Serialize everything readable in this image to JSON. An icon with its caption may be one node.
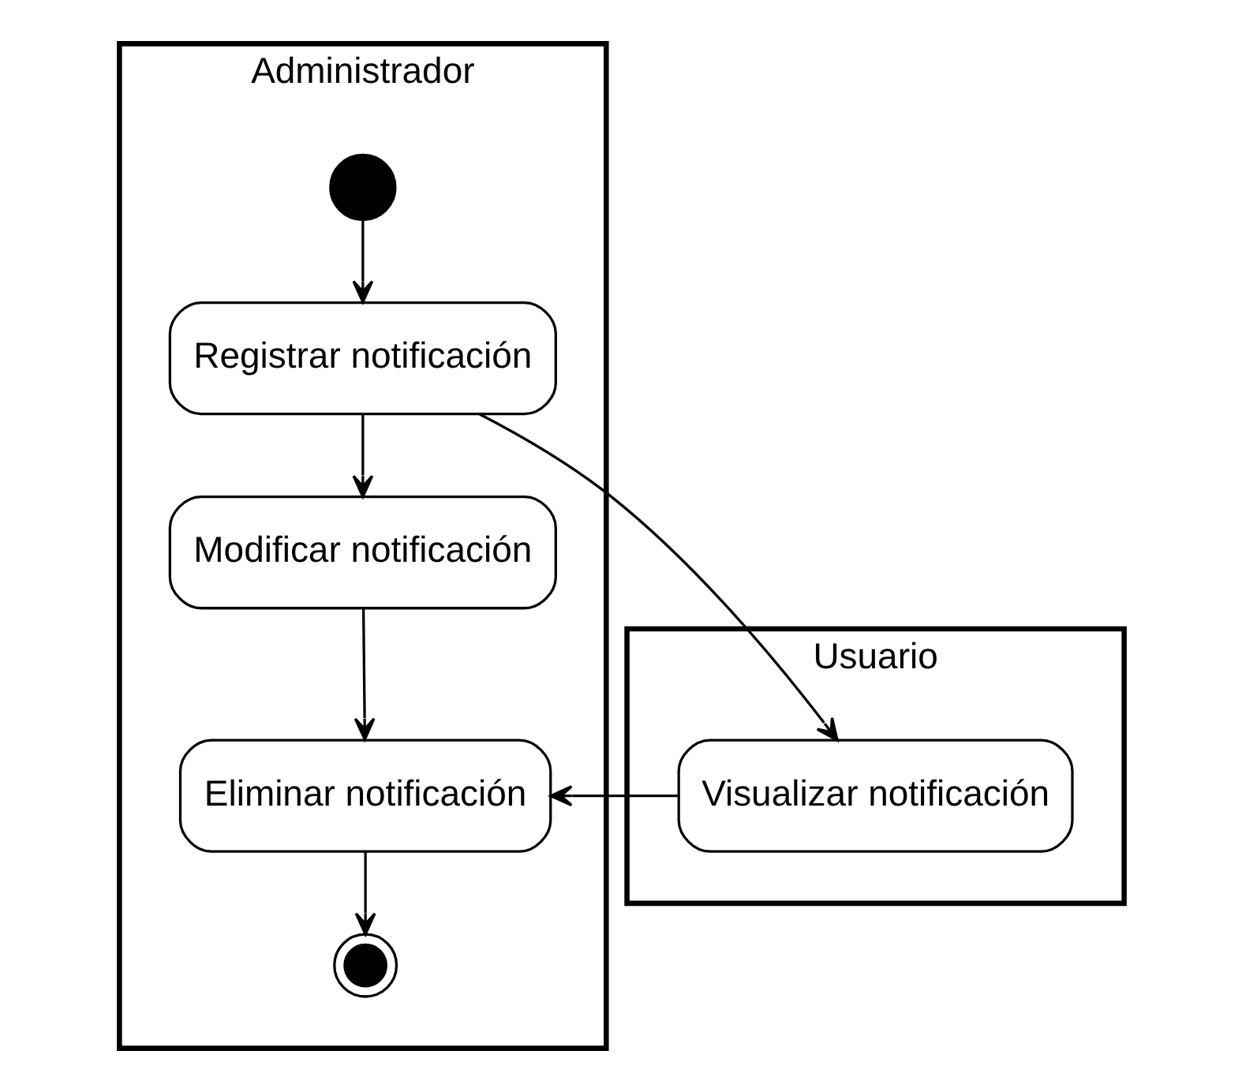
{
  "diagram": {
    "nodes": [
      {
        "text": [
          "Administrador"
        ]
      },
      {
        "text": [
          "Usuario"
        ]
      },
      {
        "text": [],
        "shape": "circle",
        "in": 0
      },
      {
        "text": [
          "Registrar notificación"
        ],
        "in": 0
      },
      {
        "text": [
          "Modificar notificación"
        ],
        "in": 0
      },
      {
        "text": [
          "Eliminar notificación"
        ],
        "in": 0
      },
      {
        "text": [],
        "shape": "circle",
        "in": 0
      },
      {
        "text": [
          "Visualizar notificación"
        ],
        "in": 1
      }
    ],
    "edges": [
      {
        "from": 2,
        "to": 3,
        "arrow": "to"
      },
      {
        "from": 3,
        "to": 4,
        "arrow": "to"
      },
      {
        "from": 3,
        "to": 7,
        "arrow": "to"
      },
      {
        "from": 4,
        "to": 5,
        "arrow": "to"
      },
      {
        "from": 7,
        "to": 5,
        "arrow": "to"
      },
      {
        "from": 5,
        "to": 6,
        "arrow": "to"
      }
    ]
  }
}
